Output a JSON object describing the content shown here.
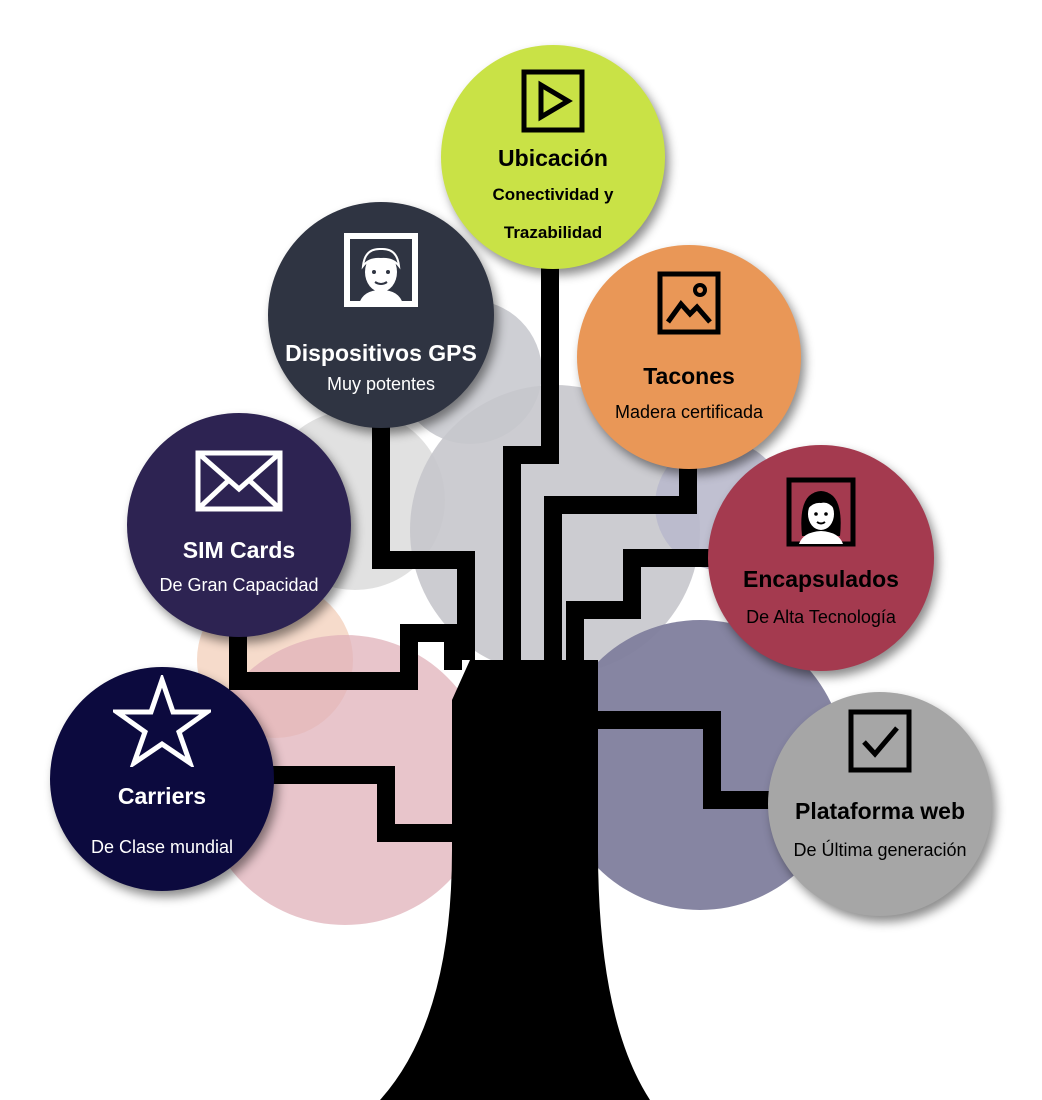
{
  "colors": {
    "trunk": "#000000",
    "ubicacion": "#c9e246",
    "dispositivos": "#2f3442",
    "tacones": "#e99757",
    "sim": "#2d2352",
    "encapsulados": "#a43a4f",
    "carriers": "#0c0a3e",
    "plataforma": "#a6a6a6",
    "bg_grey": "#c6c7cc",
    "bg_light": "#dedede",
    "bg_pink": "#e8c3c9",
    "bg_purple": "#7f7e9d",
    "bg_peach": "#f6d9c8"
  },
  "nodes": [
    {
      "key": "ubicacion",
      "icon": "play-icon",
      "title": "Ubicación",
      "subtitle_line1": "Conectividad y",
      "subtitle_line2": "Trazabilidad"
    },
    {
      "key": "dispositivos",
      "icon": "man-portrait-icon",
      "title": "Dispositivos GPS",
      "subtitle": "Muy potentes"
    },
    {
      "key": "tacones",
      "icon": "image-icon",
      "title": "Tacones",
      "subtitle": "Madera certificada"
    },
    {
      "key": "sim",
      "icon": "envelope-icon",
      "title": "SIM Cards",
      "subtitle": "De Gran Capacidad"
    },
    {
      "key": "encapsulados",
      "icon": "woman-portrait-icon",
      "title": "Encapsulados",
      "subtitle": "De Alta Tecnología"
    },
    {
      "key": "carriers",
      "icon": "star-icon",
      "title": "Carriers",
      "subtitle": "De Clase mundial"
    },
    {
      "key": "plataforma",
      "icon": "checkbox-icon",
      "title": "Plataforma web",
      "subtitle": "De Última generación"
    }
  ]
}
